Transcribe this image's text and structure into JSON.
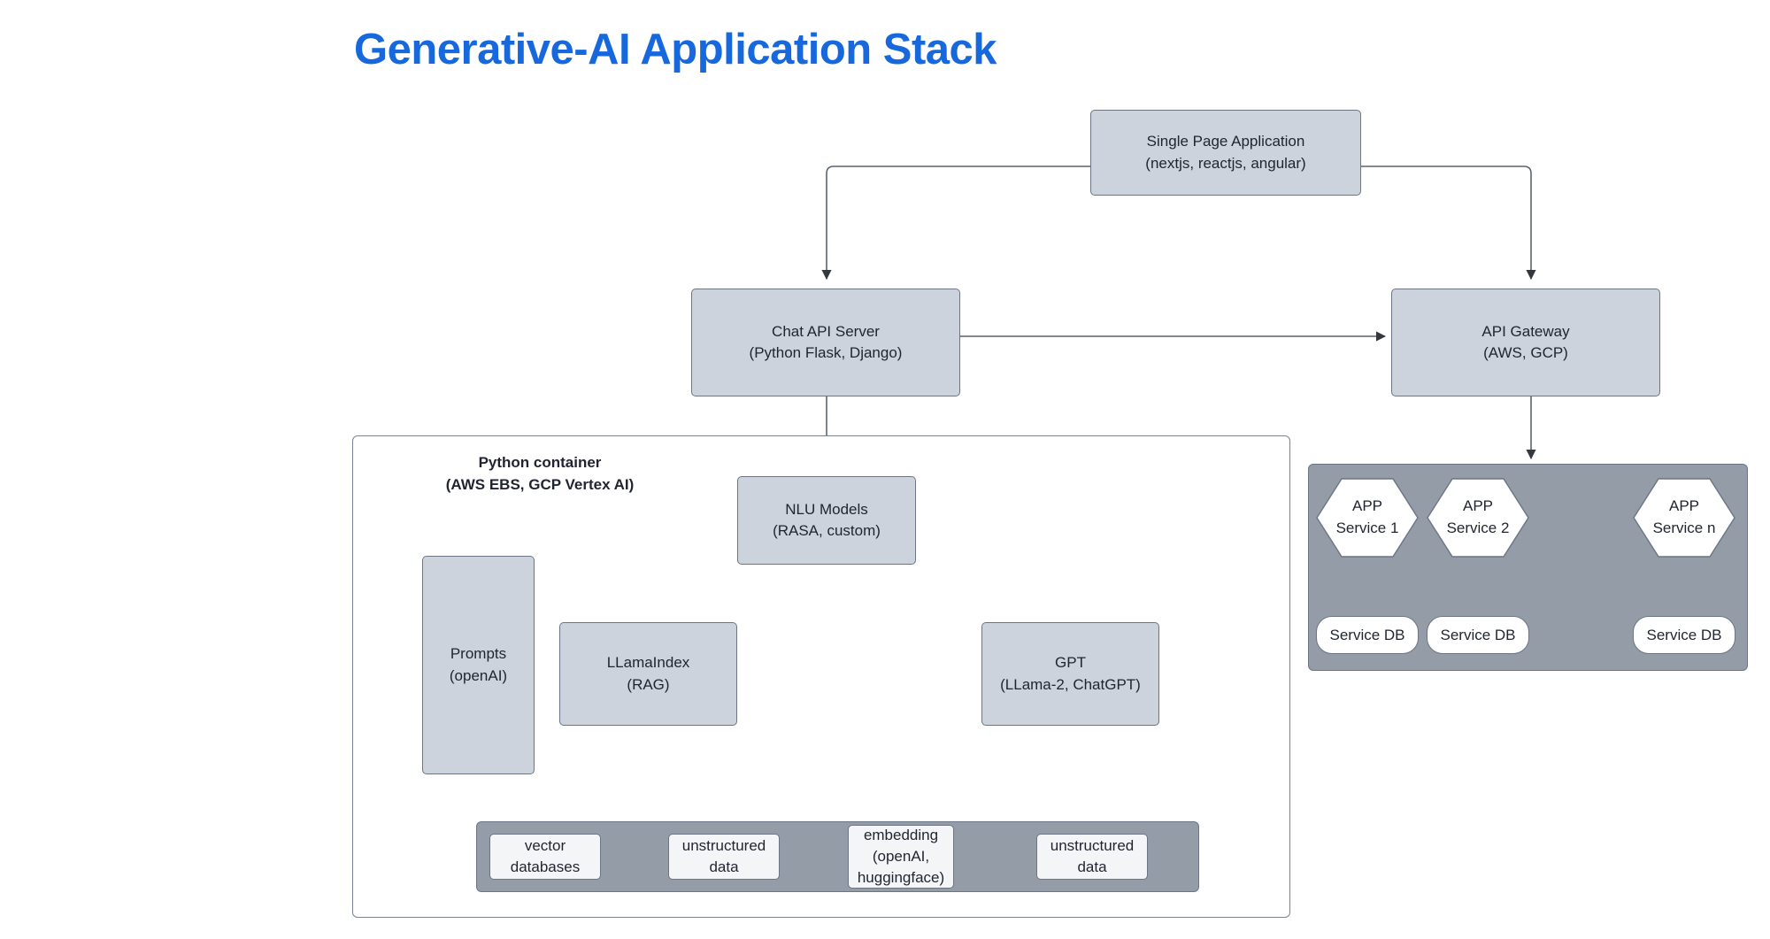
{
  "page": {
    "title": "Generative-AI Application Stack",
    "title_color": "#1668dc",
    "background": "#ffffff"
  },
  "colors": {
    "node_fill": "#ccd3dd",
    "node_stroke": "#6d7584",
    "grey_group_fill": "#949ca8",
    "white_fill": "#ffffff",
    "data_cell_fill": "#f4f5f7",
    "wire": "#5a6472"
  },
  "nodes": {
    "spa": {
      "line1": "Single Page Application",
      "line2": "(nextjs, reactjs, angular)"
    },
    "chat_api": {
      "line1": "Chat API Server",
      "line2": "(Python Flask, Django)"
    },
    "api_gateway": {
      "line1": "API Gateway",
      "line2": "(AWS, GCP)"
    },
    "nlu": {
      "line1": "NLU Models",
      "line2": "(RASA, custom)"
    },
    "prompts": {
      "line1": "Prompts",
      "line2": "(openAI)"
    },
    "llamaindex": {
      "line1": "LLamaIndex",
      "line2": "(RAG)"
    },
    "gpt": {
      "line1": "GPT",
      "line2": "(LLama-2, ChatGPT)"
    }
  },
  "python_container": {
    "label_line1": "Python container",
    "label_line2": "(AWS EBS, GCP Vertex AI)"
  },
  "data_store": {
    "cells": [
      {
        "line1": "vector",
        "line2": "databases",
        "line3": ""
      },
      {
        "line1": "unstructured",
        "line2": "data",
        "line3": ""
      },
      {
        "line1": "embedding",
        "line2": "(openAI,",
        "line3": "huggingface)"
      },
      {
        "line1": "unstructured",
        "line2": "data",
        "line3": ""
      }
    ]
  },
  "microservices": {
    "services": [
      {
        "line1": "APP",
        "line2": "Service 1",
        "db": "Service DB"
      },
      {
        "line1": "APP",
        "line2": "Service 2",
        "db": "Service DB"
      },
      {
        "line1": "APP",
        "line2": "Service n",
        "db": "Service DB"
      }
    ],
    "ellipsis_connector": "dotted-line"
  },
  "chart_data": {
    "type": "diagram",
    "title": "Generative-AI Application Stack",
    "nodes": [
      "Single Page Application (nextjs, reactjs, angular)",
      "Chat API Server (Python Flask, Django)",
      "API Gateway (AWS, GCP)",
      "NLU Models (RASA, custom)",
      "Prompts (openAI)",
      "LLamaIndex (RAG)",
      "GPT (LLama-2, ChatGPT)",
      "vector databases",
      "unstructured data",
      "embedding (openAI, huggingface)",
      "unstructured data",
      "APP Service 1",
      "APP Service 2",
      "APP Service n",
      "Service DB",
      "Service DB",
      "Service DB"
    ],
    "edges": [
      [
        "Single Page Application",
        "Chat API Server"
      ],
      [
        "Single Page Application",
        "API Gateway"
      ],
      [
        "Chat API Server",
        "API Gateway"
      ],
      [
        "Chat API Server",
        "NLU Models"
      ],
      [
        "API Gateway",
        "Microservices group"
      ],
      [
        "NLU Models",
        "LLamaIndex (RAG)"
      ],
      [
        "NLU Models",
        "GPT (LLama-2, ChatGPT)"
      ],
      [
        "NLU Models",
        "unstructured data"
      ],
      [
        "Prompts (openAI)",
        "LLamaIndex (RAG)"
      ],
      [
        "LLamaIndex (RAG)",
        "vector databases"
      ],
      [
        "GPT (LLama-2, ChatGPT)",
        "embedding (openAI, huggingface)"
      ],
      [
        "GPT (LLama-2, ChatGPT)",
        "unstructured data"
      ],
      [
        "APP Service 1",
        "Service DB"
      ],
      [
        "APP Service 2",
        "Service DB"
      ],
      [
        "APP Service n",
        "Service DB"
      ]
    ]
  }
}
